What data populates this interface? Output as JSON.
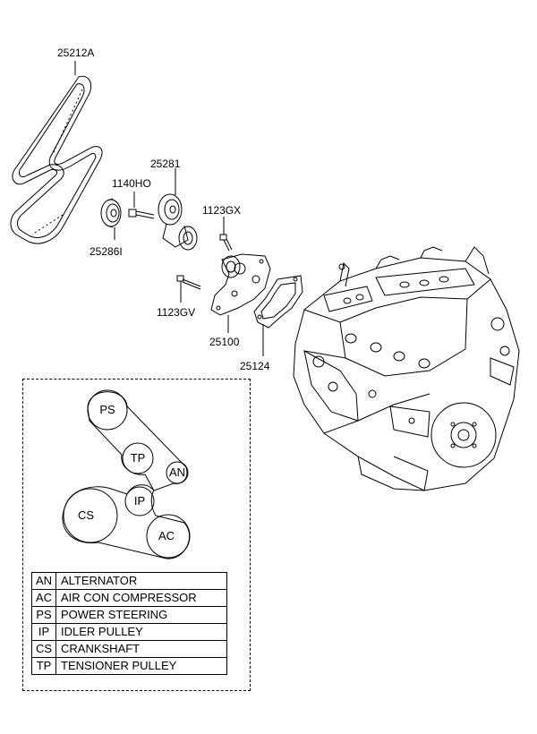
{
  "part_labels": {
    "belt": "25212A",
    "bolt_1140": "1140HO",
    "idler": "25286I",
    "tensioner": "25281",
    "bolt_gx": "1123GX",
    "bolt_gv": "1123GV",
    "water_pump": "25100",
    "gasket": "25124"
  },
  "pulleys": [
    {
      "code": "PS"
    },
    {
      "code": "TP"
    },
    {
      "code": "AN"
    },
    {
      "code": "IP"
    },
    {
      "code": "CS"
    },
    {
      "code": "AC"
    }
  ],
  "legend": [
    {
      "code": "AN",
      "description": "ALTERNATOR"
    },
    {
      "code": "AC",
      "description": "AIR CON COMPRESSOR"
    },
    {
      "code": "PS",
      "description": "POWER STEERING"
    },
    {
      "code": "IP",
      "description": "IDLER PULLEY"
    },
    {
      "code": "CS",
      "description": "CRANKSHAFT"
    },
    {
      "code": "TP",
      "description": "TENSIONER PULLEY"
    }
  ]
}
